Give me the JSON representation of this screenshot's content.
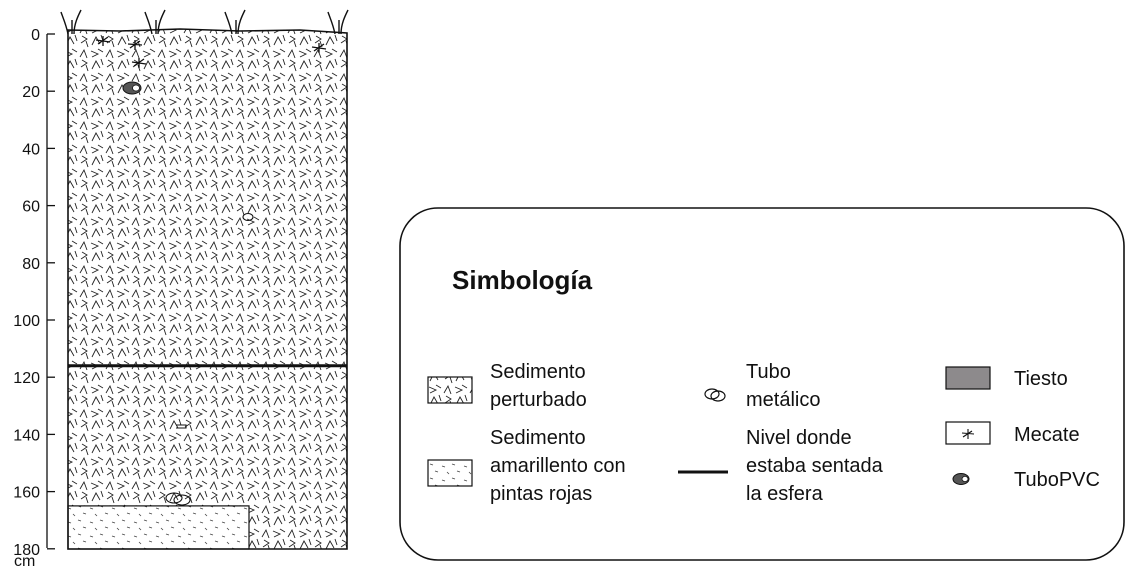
{
  "depth_axis": {
    "ticks": [
      "0",
      "20",
      "40",
      "60",
      "80",
      "100",
      "120",
      "140",
      "160",
      "180"
    ],
    "unit": "cm"
  },
  "profile": {
    "seated_level_cm": 116,
    "yellow_layer_top_cm": 165
  },
  "legend": {
    "title": "Simbología",
    "items": [
      {
        "key": "sedimento-perturbado",
        "lines": [
          "Sedimento",
          "perturbado"
        ]
      },
      {
        "key": "sedimento-amarillento",
        "lines": [
          "Sedimento",
          "amarillento con",
          "pintas rojas"
        ]
      },
      {
        "key": "tubo-metalico",
        "lines": [
          "Tubo",
          "metálico"
        ]
      },
      {
        "key": "nivel-esfera",
        "lines": [
          "Nivel donde",
          "estaba sentada",
          "la esfera"
        ]
      },
      {
        "key": "tiesto",
        "lines": [
          "Tiesto"
        ]
      },
      {
        "key": "mecate",
        "lines": [
          "Mecate"
        ]
      },
      {
        "key": "tubo-pvc",
        "lines": [
          "TuboPVC"
        ]
      }
    ]
  },
  "colors": {
    "tiesto_fill": "#8d8a8c",
    "pvc_fill": "#555555",
    "line": "#111111"
  }
}
